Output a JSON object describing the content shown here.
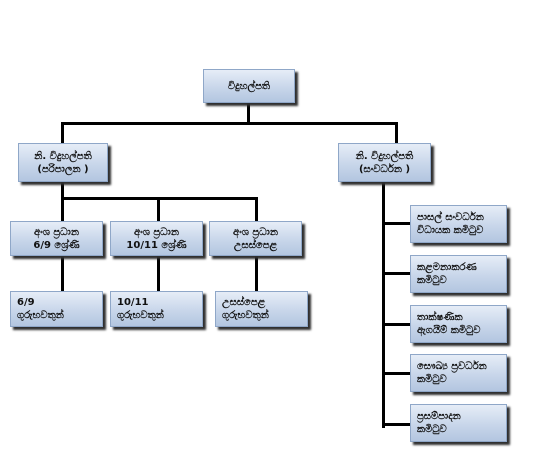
{
  "org_chart": {
    "root": {
      "lines": [
        "විදුහල්පති"
      ]
    },
    "deputies": [
      {
        "id": "admin",
        "lines": [
          "නි. විදුහල්පති",
          "(පරිපාලන )"
        ]
      },
      {
        "id": "dev",
        "lines": [
          "නි. විදුහල්පති",
          "(සංවර්ධන )"
        ]
      }
    ],
    "sectional_heads": [
      {
        "id": "g69",
        "lines": [
          "අංශ ප්‍රධාන",
          "6/9 ශ්‍රේණි"
        ]
      },
      {
        "id": "g1011",
        "lines": [
          "අංශ ප්‍රධාන",
          "10/11 ශ්‍රේණි"
        ]
      },
      {
        "id": "al",
        "lines": [
          "අංශ ප්‍රධාන",
          "උසස්පෙළ"
        ]
      }
    ],
    "teacher_groups": [
      {
        "id": "t69",
        "lines": [
          "6/9",
          "ගුරුභවතුන්"
        ]
      },
      {
        "id": "t1011",
        "lines": [
          "10/11",
          "ගුරුභවතුන්"
        ]
      },
      {
        "id": "tal",
        "lines": [
          "උසස්පෙළ",
          "ගුරුභවතුන්"
        ]
      }
    ],
    "committees": [
      {
        "id": "sdc",
        "lines": [
          "පාසල් සංවර්ධන",
          "විධායක කමිටුව"
        ]
      },
      {
        "id": "mgmt",
        "lines": [
          "කළමනාකරණ",
          "කමිටුව"
        ]
      },
      {
        "id": "tech",
        "lines": [
          "තාක්ෂණික",
          "ඇගයීම් කමිටුව"
        ]
      },
      {
        "id": "health",
        "lines": [
          "සෞඛ්‍ය ප්‍රවර්ධන",
          "කමිටුව"
        ]
      },
      {
        "id": "prod",
        "lines": [
          "ප්‍රසම්පාදන",
          "කමිටුව"
        ]
      }
    ]
  },
  "colors": {
    "box_top": "#e6edf7",
    "box_bottom": "#b3c6e0",
    "box_border": "#8fa7c8",
    "connector": "#000000",
    "shadow": "#2f2f2f"
  }
}
